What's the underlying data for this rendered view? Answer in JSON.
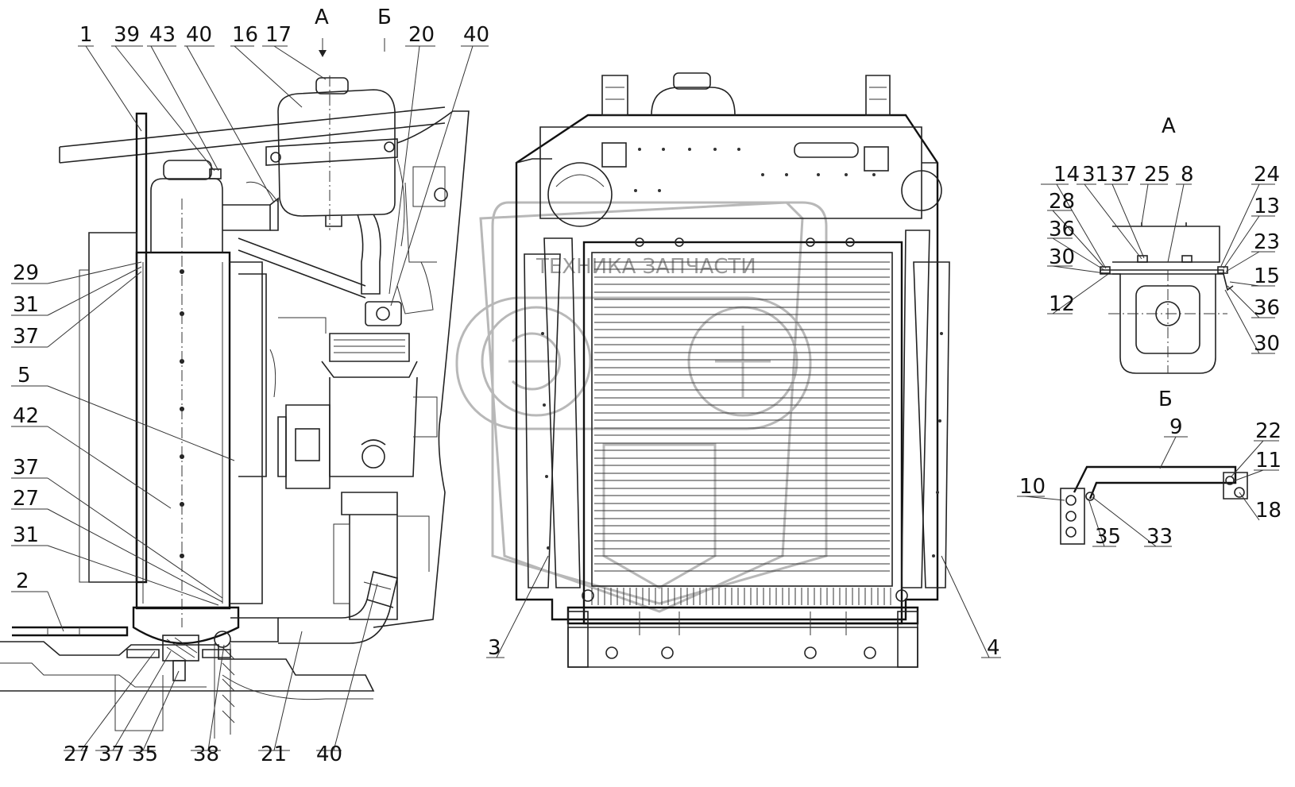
{
  "view_labels": {
    "a": "А",
    "b": "Б"
  },
  "watermark": {
    "text": "ТЕХНИКА ЗАПЧАСТИ"
  },
  "callouts_left": [
    {
      "id": "c1",
      "text": "1"
    },
    {
      "id": "c39",
      "text": "39"
    },
    {
      "id": "c43",
      "text": "43"
    },
    {
      "id": "c40a",
      "text": "40"
    },
    {
      "id": "c16",
      "text": "16"
    },
    {
      "id": "c17",
      "text": "17"
    },
    {
      "id": "c20",
      "text": "20"
    },
    {
      "id": "c40b",
      "text": "40"
    },
    {
      "id": "c29",
      "text": "29"
    },
    {
      "id": "c31a",
      "text": "31"
    },
    {
      "id": "c37a",
      "text": "37"
    },
    {
      "id": "c5",
      "text": "5"
    },
    {
      "id": "c42",
      "text": "42"
    },
    {
      "id": "c37b",
      "text": "37"
    },
    {
      "id": "c27a",
      "text": "27"
    },
    {
      "id": "c31b",
      "text": "31"
    },
    {
      "id": "c2",
      "text": "2"
    },
    {
      "id": "c27b",
      "text": "27"
    },
    {
      "id": "c37c",
      "text": "37"
    },
    {
      "id": "c35a",
      "text": "35"
    },
    {
      "id": "c38",
      "text": "38"
    },
    {
      "id": "c21",
      "text": "21"
    },
    {
      "id": "c40c",
      "text": "40"
    }
  ],
  "callouts_front": [
    {
      "id": "c3",
      "text": "3"
    },
    {
      "id": "c4",
      "text": "4"
    }
  ],
  "callouts_view_a": [
    {
      "id": "a14",
      "text": "14"
    },
    {
      "id": "a31",
      "text": "31"
    },
    {
      "id": "a37",
      "text": "37"
    },
    {
      "id": "a25",
      "text": "25"
    },
    {
      "id": "a8",
      "text": "8"
    },
    {
      "id": "a24",
      "text": "24"
    },
    {
      "id": "a28",
      "text": "28"
    },
    {
      "id": "a13",
      "text": "13"
    },
    {
      "id": "a36a",
      "text": "36"
    },
    {
      "id": "a23",
      "text": "23"
    },
    {
      "id": "a30a",
      "text": "30"
    },
    {
      "id": "a15",
      "text": "15"
    },
    {
      "id": "a12",
      "text": "12"
    },
    {
      "id": "a36b",
      "text": "36"
    },
    {
      "id": "a30b",
      "text": "30"
    }
  ],
  "callouts_view_b": [
    {
      "id": "b9",
      "text": "9"
    },
    {
      "id": "b22",
      "text": "22"
    },
    {
      "id": "b11",
      "text": "11"
    },
    {
      "id": "b10",
      "text": "10"
    },
    {
      "id": "b18",
      "text": "18"
    },
    {
      "id": "b35",
      "text": "35"
    },
    {
      "id": "b33",
      "text": "33"
    }
  ]
}
